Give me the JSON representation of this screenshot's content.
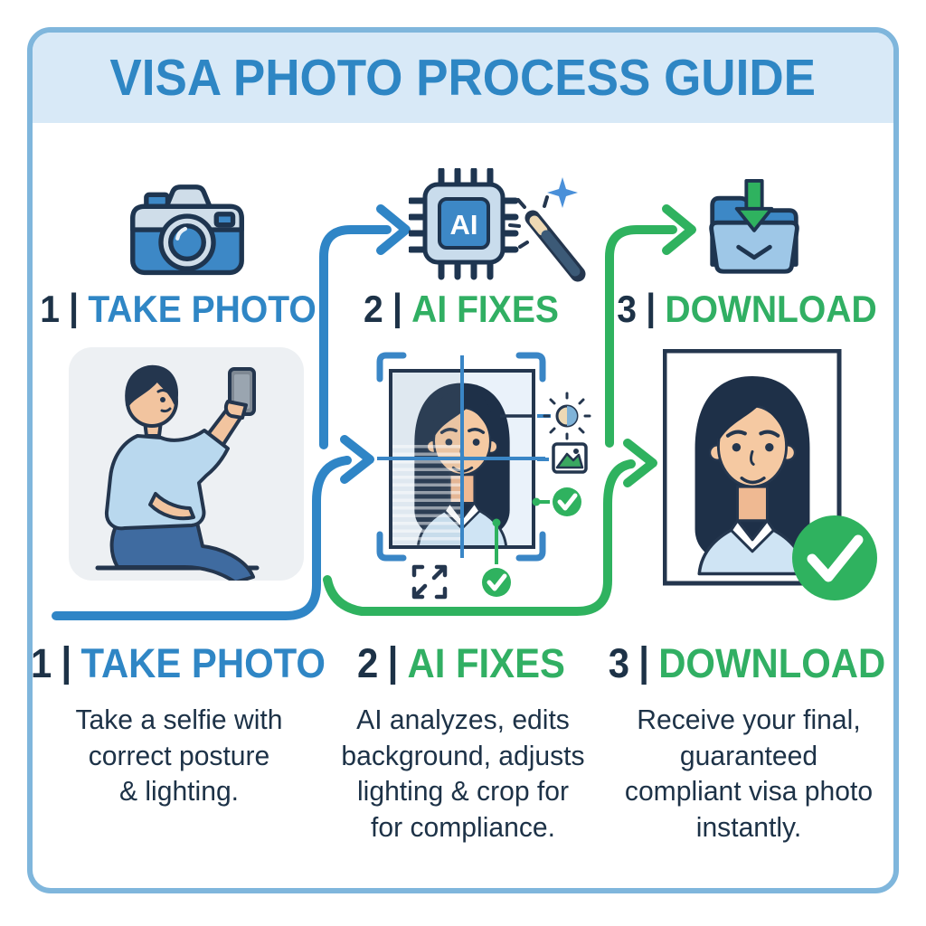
{
  "title": "VISA PHOTO PROCESS GUIDE",
  "colors": {
    "accent_blue": "#2f86c5",
    "accent_green": "#31af63",
    "dark_navy": "#1d3247",
    "header_bg": "#d8e9f7",
    "card_border": "#7fb6dc",
    "arrow_blue": "#2f85c6",
    "arrow_green": "#2fb25f"
  },
  "steps": [
    {
      "number": "1",
      "separator": "|",
      "label": "TAKE PHOTO",
      "icon": "camera-icon",
      "description_lines": [
        "Take a selfie with",
        "correct posture",
        "& lighting."
      ]
    },
    {
      "number": "2",
      "separator": "|",
      "label": "AI FIXES",
      "icon": "ai-chip-icon",
      "chip_label": "AI",
      "extra_icon": "magic-wand-icon",
      "description_lines": [
        "AI analyzes, edits",
        "background, adjusts",
        "lighting & crop for",
        "for compliance."
      ]
    },
    {
      "number": "3",
      "separator": "|",
      "label": "DOWNLOAD",
      "icon": "download-folder-icon",
      "description_lines": [
        "Receive your final,",
        "guaranteed",
        "compliant visa photo",
        "instantly."
      ]
    }
  ],
  "annotation_icons": [
    "brightness-icon",
    "image-quality-icon",
    "check-icon",
    "expand-icon",
    "check-icon"
  ]
}
